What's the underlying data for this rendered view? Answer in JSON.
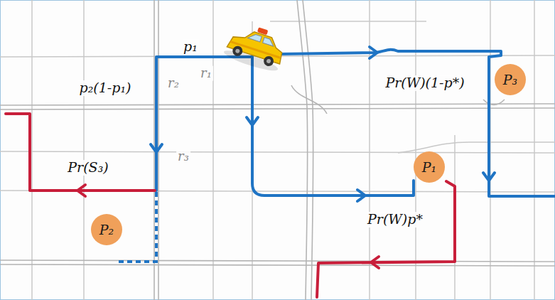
{
  "diagram": {
    "nodes": [
      {
        "text": [
          "P₃"
        ]
      },
      {
        "text": [
          "P₁"
        ]
      },
      {
        "text": [
          "P₂"
        ]
      }
    ],
    "labels": [
      "p₁",
      "p₂(1-p₁)",
      "r₂",
      "r₁",
      "r₃",
      "Pr(S₃)",
      "Pr(W)(1-p*)",
      "Pr(W)p*"
    ]
  }
}
